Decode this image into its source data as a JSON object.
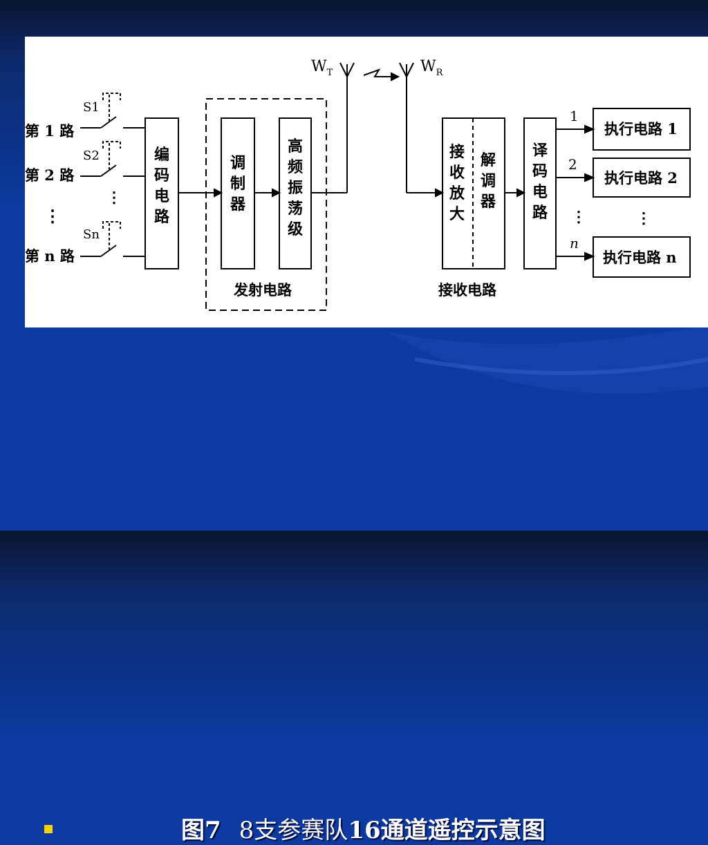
{
  "caption": {
    "figure_label": "图7",
    "text_part1": "8支参赛队",
    "text_part2": "16通道遥控示意图"
  },
  "inputs": [
    {
      "label": "第 1 路",
      "switch": "S1"
    },
    {
      "label": "第 2 路",
      "switch": "S2"
    },
    {
      "label": "第 n 路",
      "switch": "Sn"
    }
  ],
  "blocks": {
    "encoder": "编码电路",
    "modulator": "调制器",
    "oscillator": "高频振荡级",
    "transmit_group": "发射电路",
    "receiver_amp": "接收放大",
    "demodulator": "解调器",
    "receive_group": "接收电路",
    "decoder": "译码电路"
  },
  "antennas": {
    "tx": "W",
    "tx_sub": "T",
    "rx": "W",
    "rx_sub": "R"
  },
  "outputs": [
    {
      "line": "1",
      "label": "执行电路 1"
    },
    {
      "line": "2",
      "label": "执行电路 2"
    },
    {
      "line": "n",
      "label": "执行电路 n"
    }
  ],
  "ellipsis": "⋮",
  "colors": {
    "bullet": "#ffd400",
    "background": "#0b3aa6",
    "caption_text": "#ffffff"
  }
}
